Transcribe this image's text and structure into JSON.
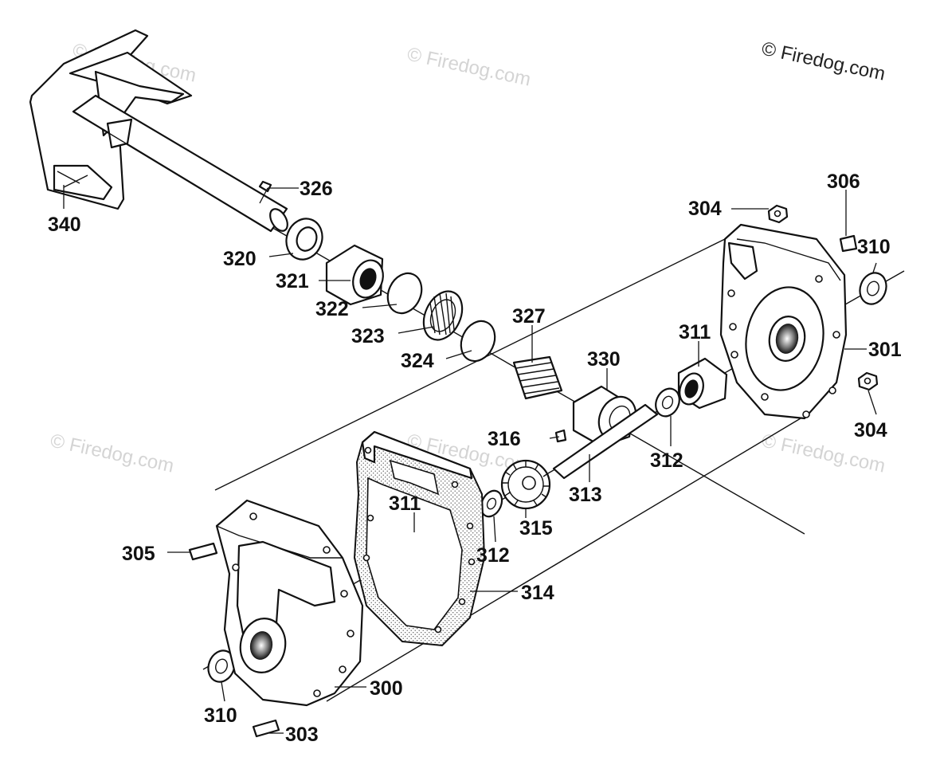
{
  "watermarks": {
    "main": "© Firedog.com",
    "faint": "© Firedog.com"
  },
  "labels": {
    "p300": "300",
    "p301": "301",
    "p303": "303",
    "p304_top": "304",
    "p304_right": "304",
    "p305": "305",
    "p306": "306",
    "p310_right": "310",
    "p310_left": "310",
    "p311_right": "311",
    "p311_left": "311",
    "p312_right": "312",
    "p312_left": "312",
    "p313": "313",
    "p314": "314",
    "p315": "315",
    "p316": "316",
    "p320": "320",
    "p321": "321",
    "p322": "322",
    "p323": "323",
    "p324": "324",
    "p326": "326",
    "p327": "327",
    "p330": "330",
    "p340": "340"
  }
}
